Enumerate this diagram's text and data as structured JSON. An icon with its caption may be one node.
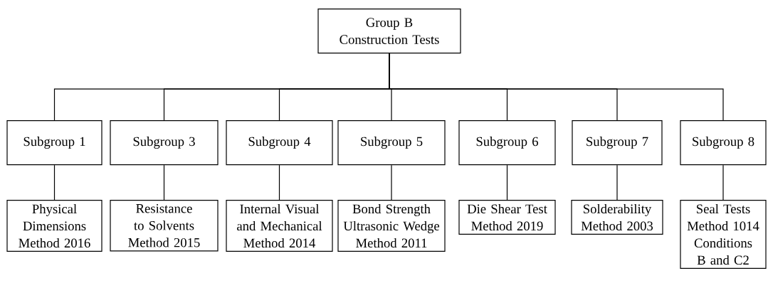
{
  "diagram": {
    "nodes": [
      {
        "text": [
          "Group B Construction Tests"
        ]
      },
      {
        "text": [
          "Subgroup 1"
        ]
      },
      {
        "text": [
          "Subgroup 3"
        ]
      },
      {
        "text": [
          "Subgroup 4"
        ]
      },
      {
        "text": [
          "Subgroup 5"
        ]
      },
      {
        "text": [
          "Subgroup 6"
        ]
      },
      {
        "text": [
          "Subgroup 7"
        ]
      },
      {
        "text": [
          "Subgroup 8"
        ]
      },
      {
        "text": [
          "Physical Dimensions Method 2016"
        ]
      },
      {
        "text": [
          "Resistance to Solvents Method 2015"
        ]
      },
      {
        "text": [
          "Internal Visual and Mechanical Method 2014"
        ]
      },
      {
        "text": [
          "Bond Strength Ultrasonic Wedge Method 2011"
        ]
      },
      {
        "text": [
          "Die Shear Test Method 2019"
        ]
      },
      {
        "text": [
          "Solderability Method 2003"
        ]
      },
      {
        "text": [
          "Seal Tests Method 1014 Conditions B and C2"
        ]
      }
    ],
    "edges": [
      {
        "from": 0,
        "to": 1,
        "arrow": "none"
      },
      {
        "from": 0,
        "to": 2,
        "arrow": "none"
      },
      {
        "from": 0,
        "to": 3,
        "arrow": "none"
      },
      {
        "from": 0,
        "to": 4,
        "arrow": "none"
      },
      {
        "from": 0,
        "to": 5,
        "arrow": "none"
      },
      {
        "from": 0,
        "to": 6,
        "arrow": "none"
      },
      {
        "from": 0,
        "to": 7,
        "arrow": "none"
      },
      {
        "from": 1,
        "to": 8,
        "arrow": "none"
      },
      {
        "from": 2,
        "to": 9,
        "arrow": "none"
      },
      {
        "from": 3,
        "to": 10,
        "arrow": "none"
      },
      {
        "from": 4,
        "to": 11,
        "arrow": "none"
      },
      {
        "from": 5,
        "to": 12,
        "arrow": "none"
      },
      {
        "from": 6,
        "to": 13,
        "arrow": "none"
      },
      {
        "from": 7,
        "to": 14,
        "arrow": "none"
      }
    ]
  }
}
